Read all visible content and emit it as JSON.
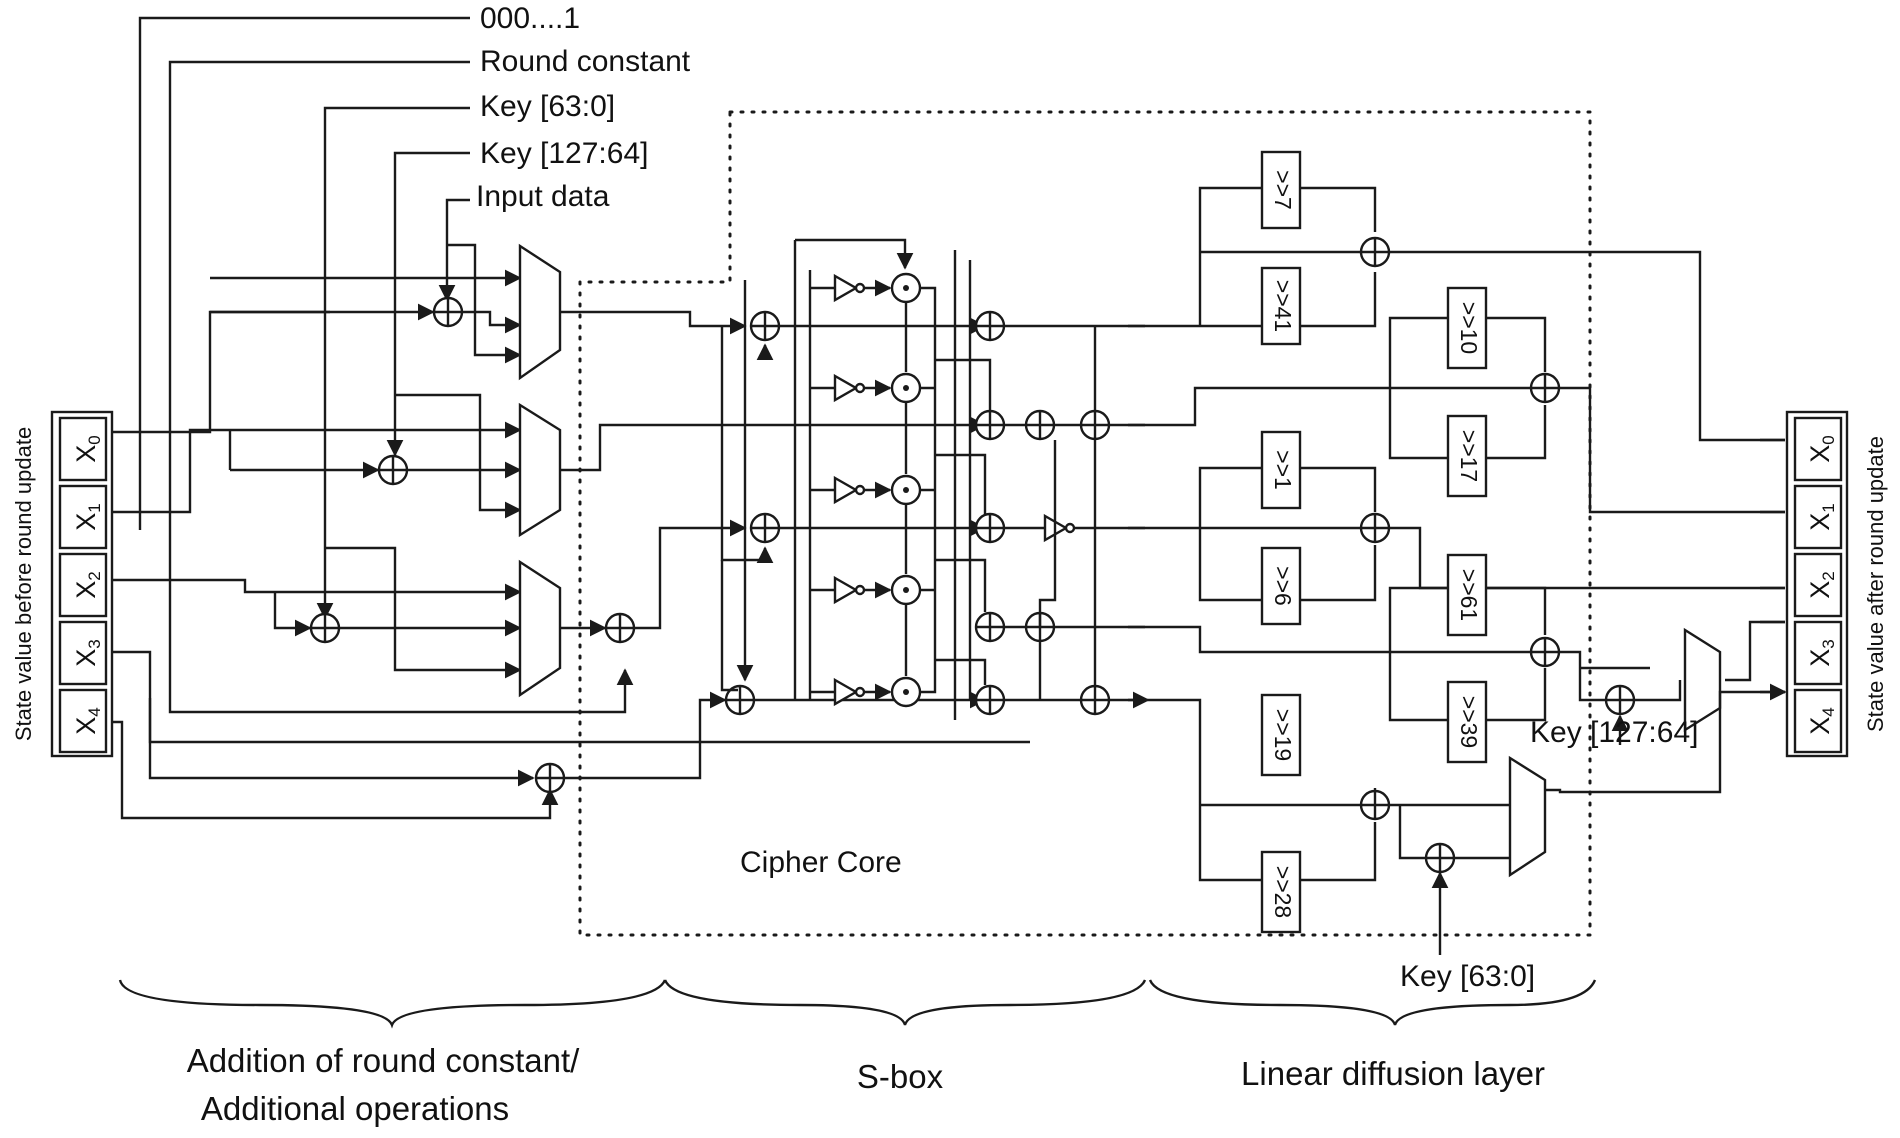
{
  "inputs": {
    "const": "000....1",
    "round_constant": "Round constant",
    "key_low": "Key [63:0]",
    "key_high": "Key [127:64]",
    "input_data": "Input data"
  },
  "core_label": "Cipher Core",
  "side_left": "State value before round update",
  "side_right": "State value after round update",
  "registers": {
    "x0": "X",
    "x1": "X",
    "x2": "X",
    "x3": "X",
    "x4": "X",
    "s0": "0",
    "s1": "1",
    "s2": "2",
    "s3": "3",
    "s4": "4"
  },
  "shifts": {
    "r7": ">>7",
    "r41": ">>41",
    "r10": ">>10",
    "r17": ">>17",
    "r1": ">>1",
    "r6": ">>6",
    "r61": ">>61",
    "r39": ">>39",
    "r19": ">>19",
    "r28": ">>28"
  },
  "keys": {
    "key_high_right": "Key [127:64]",
    "key_low_bottom": "Key [63:0]"
  },
  "sections": {
    "s1_line1": "Addition of round constant/",
    "s1_line2": "Additional operations",
    "s2": "S-box",
    "s3": "Linear diffusion layer"
  },
  "colors": {
    "line": "#1a1a1a",
    "text": "#111111"
  }
}
